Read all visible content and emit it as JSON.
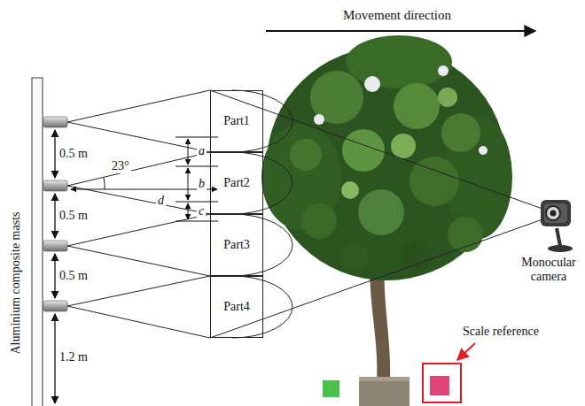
{
  "diagram": {
    "nodes": [
      {
        "text": [
          "Part1"
        ]
      },
      {
        "text": [
          "Part2"
        ]
      },
      {
        "text": [
          "Part3"
        ]
      },
      {
        "text": [
          "Part4"
        ]
      }
    ],
    "labels": [
      "Movement direction",
      "0.5 m",
      "0.5 m",
      "0.5 m",
      "1.2 m",
      "23°",
      "a",
      "b",
      "c",
      "d",
      "Monocular camera",
      "Scale reference",
      "Aluminium composite masts"
    ]
  }
}
